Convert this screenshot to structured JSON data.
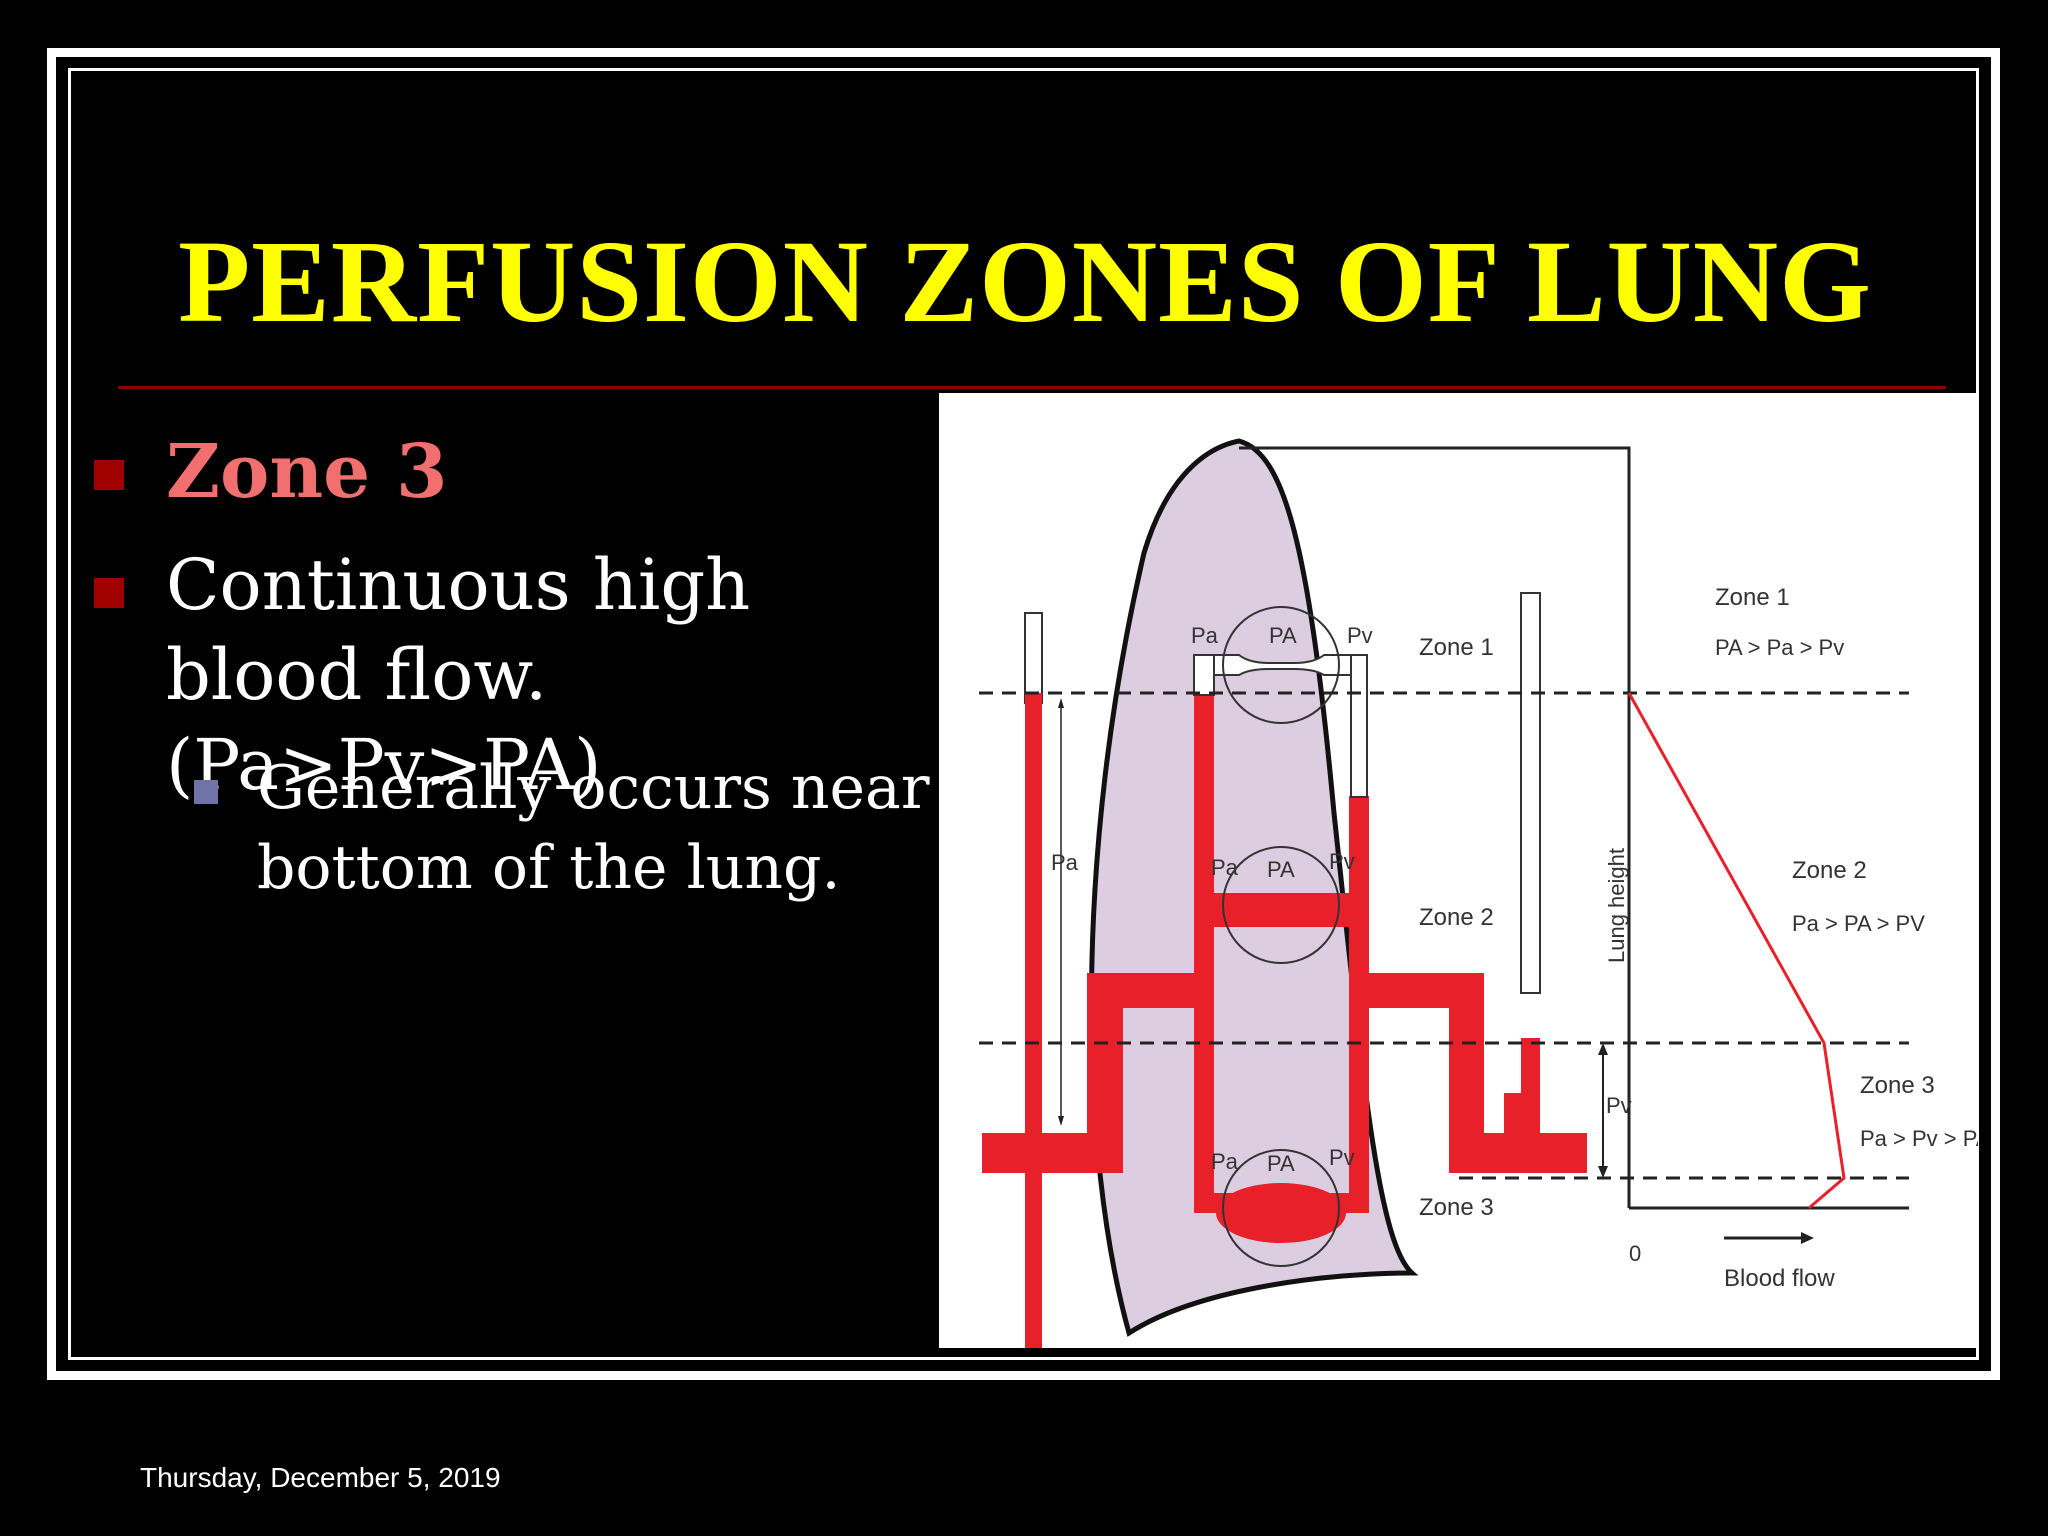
{
  "slide": {
    "title": "PERFUSION ZONES OF LUNG",
    "bullets": [
      {
        "text": "Zone 3"
      },
      {
        "text": "Continuous high blood flow. (Pa>Pv>PA)"
      }
    ],
    "sub_bullets": [
      {
        "text": "Generally occurs near bottom of the lung."
      }
    ],
    "footer_date": "Thursday, December 5, 2019"
  },
  "figure": {
    "zone_labels": [
      "Zone 1",
      "Zone 2",
      "Zone 3"
    ],
    "zone_relations": [
      "PA > Pa > Pv",
      "Pa > PA > PV",
      "Pa > Pv > PA"
    ],
    "vessel_labels": {
      "pa": "Pa",
      "PA": "PA",
      "pv": "Pv"
    },
    "left_column_label": "Pa",
    "right_column_label": "Pv",
    "y_axis_label": "Lung height",
    "x_axis_zero": "0",
    "x_axis_label": "Blood flow",
    "colors": {
      "blood": "#e8202a",
      "lung": "#ddcde0",
      "title": "#ffff00",
      "zone_heading": "#f26f6f"
    }
  }
}
